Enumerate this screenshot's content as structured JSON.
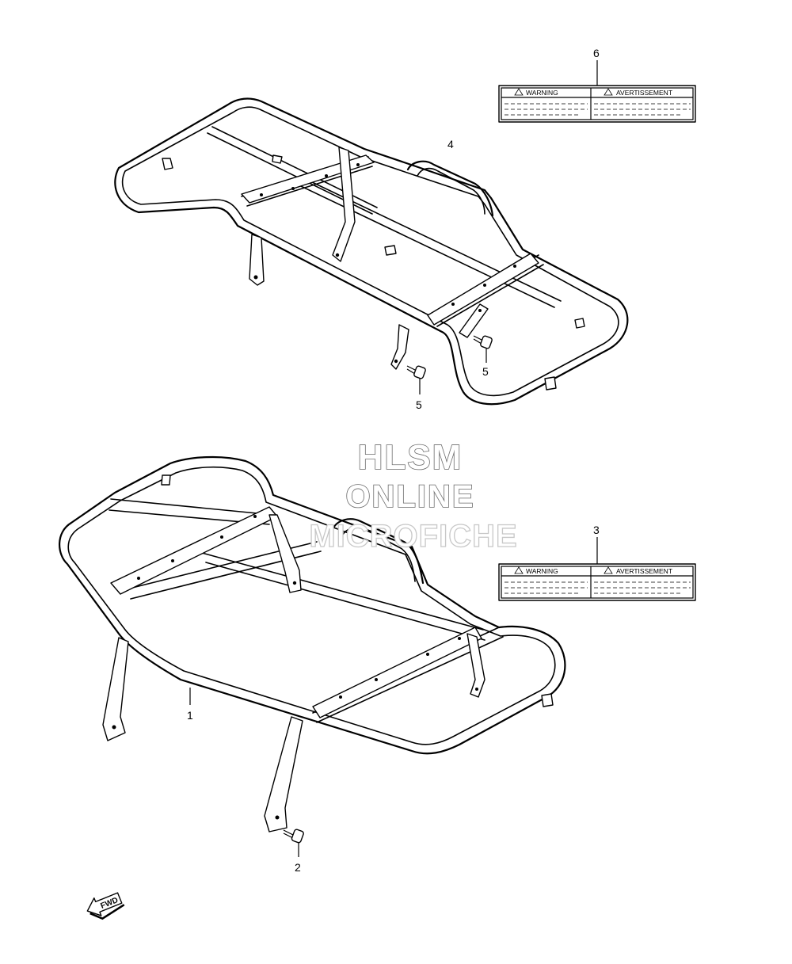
{
  "callouts": {
    "part1": "1",
    "part2": "2",
    "part3": "3",
    "part4": "4",
    "part5a": "5",
    "part5b": "5",
    "part6": "6"
  },
  "labels": {
    "top": {
      "left_heading": "WARNING",
      "right_heading": "AVERTISSEMENT"
    },
    "bottom": {
      "left_heading": "WARNING",
      "right_heading": "AVERTISSEMENT"
    }
  },
  "watermark": {
    "line1": "HLSM",
    "line2": "ONLINE",
    "line3": "MICROFICHE"
  },
  "direction_arrow": {
    "text": "FWD",
    "icon": "forward-arrow-icon"
  }
}
